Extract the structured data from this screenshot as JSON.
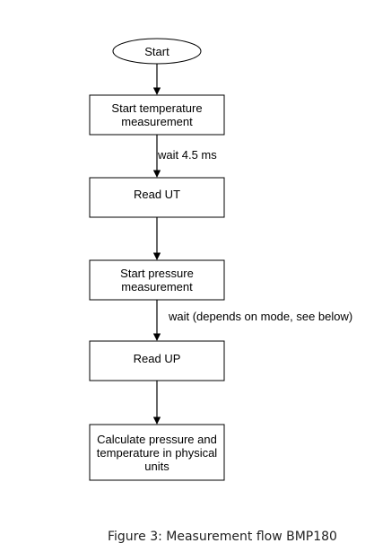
{
  "diagram": {
    "start": {
      "label": "Start"
    },
    "steps": [
      {
        "label": "Start temperature measurement"
      },
      {
        "label": "Read UT"
      },
      {
        "label": "Start pressure measurement"
      },
      {
        "label": "Read UP"
      },
      {
        "label": "Calculate pressure and temperature in physical units"
      }
    ],
    "transitions": [
      {
        "label": ""
      },
      {
        "label": "wait 4.5 ms"
      },
      {
        "label": ""
      },
      {
        "label": "wait (depends on mode, see below)"
      },
      {
        "label": ""
      }
    ],
    "caption": "Figure 3: Measurement flow BMP180"
  }
}
